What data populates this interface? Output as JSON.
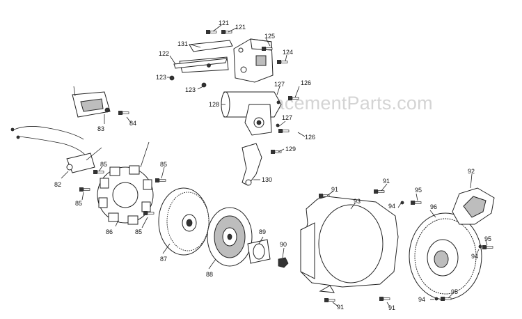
{
  "watermark": "eReplacementParts.com",
  "callouts": [
    {
      "id": "c121a",
      "text": "121"
    },
    {
      "id": "c121b",
      "text": "121"
    },
    {
      "id": "c125",
      "text": "125"
    },
    {
      "id": "c131",
      "text": "131"
    },
    {
      "id": "c124",
      "text": "124"
    },
    {
      "id": "c122",
      "text": "122"
    },
    {
      "id": "c123a",
      "text": "123"
    },
    {
      "id": "c123b",
      "text": "123"
    },
    {
      "id": "c127a",
      "text": "127"
    },
    {
      "id": "c126a",
      "text": "126"
    },
    {
      "id": "c128",
      "text": "128"
    },
    {
      "id": "c127b",
      "text": "127"
    },
    {
      "id": "c126b",
      "text": "126"
    },
    {
      "id": "c83",
      "text": "83"
    },
    {
      "id": "c84",
      "text": "84"
    },
    {
      "id": "c129",
      "text": "129"
    },
    {
      "id": "c130",
      "text": "130"
    },
    {
      "id": "c85a",
      "text": "85"
    },
    {
      "id": "c85b",
      "text": "85"
    },
    {
      "id": "c82",
      "text": "82"
    },
    {
      "id": "c85c",
      "text": "85"
    },
    {
      "id": "c86",
      "text": "86"
    },
    {
      "id": "c85d",
      "text": "85"
    },
    {
      "id": "c87",
      "text": "87"
    },
    {
      "id": "c88",
      "text": "88"
    },
    {
      "id": "c89",
      "text": "89"
    },
    {
      "id": "c90",
      "text": "90"
    },
    {
      "id": "c91a",
      "text": "91"
    },
    {
      "id": "c91b",
      "text": "91"
    },
    {
      "id": "c93",
      "text": "93"
    },
    {
      "id": "c92",
      "text": "92"
    },
    {
      "id": "c95a",
      "text": "95"
    },
    {
      "id": "c94a",
      "text": "94"
    },
    {
      "id": "c96",
      "text": "96"
    },
    {
      "id": "c95b",
      "text": "95"
    },
    {
      "id": "c94b",
      "text": "94"
    },
    {
      "id": "c94c",
      "text": "94"
    },
    {
      "id": "c95c",
      "text": "95"
    },
    {
      "id": "c91c",
      "text": "91"
    },
    {
      "id": "c91d",
      "text": "91"
    }
  ]
}
